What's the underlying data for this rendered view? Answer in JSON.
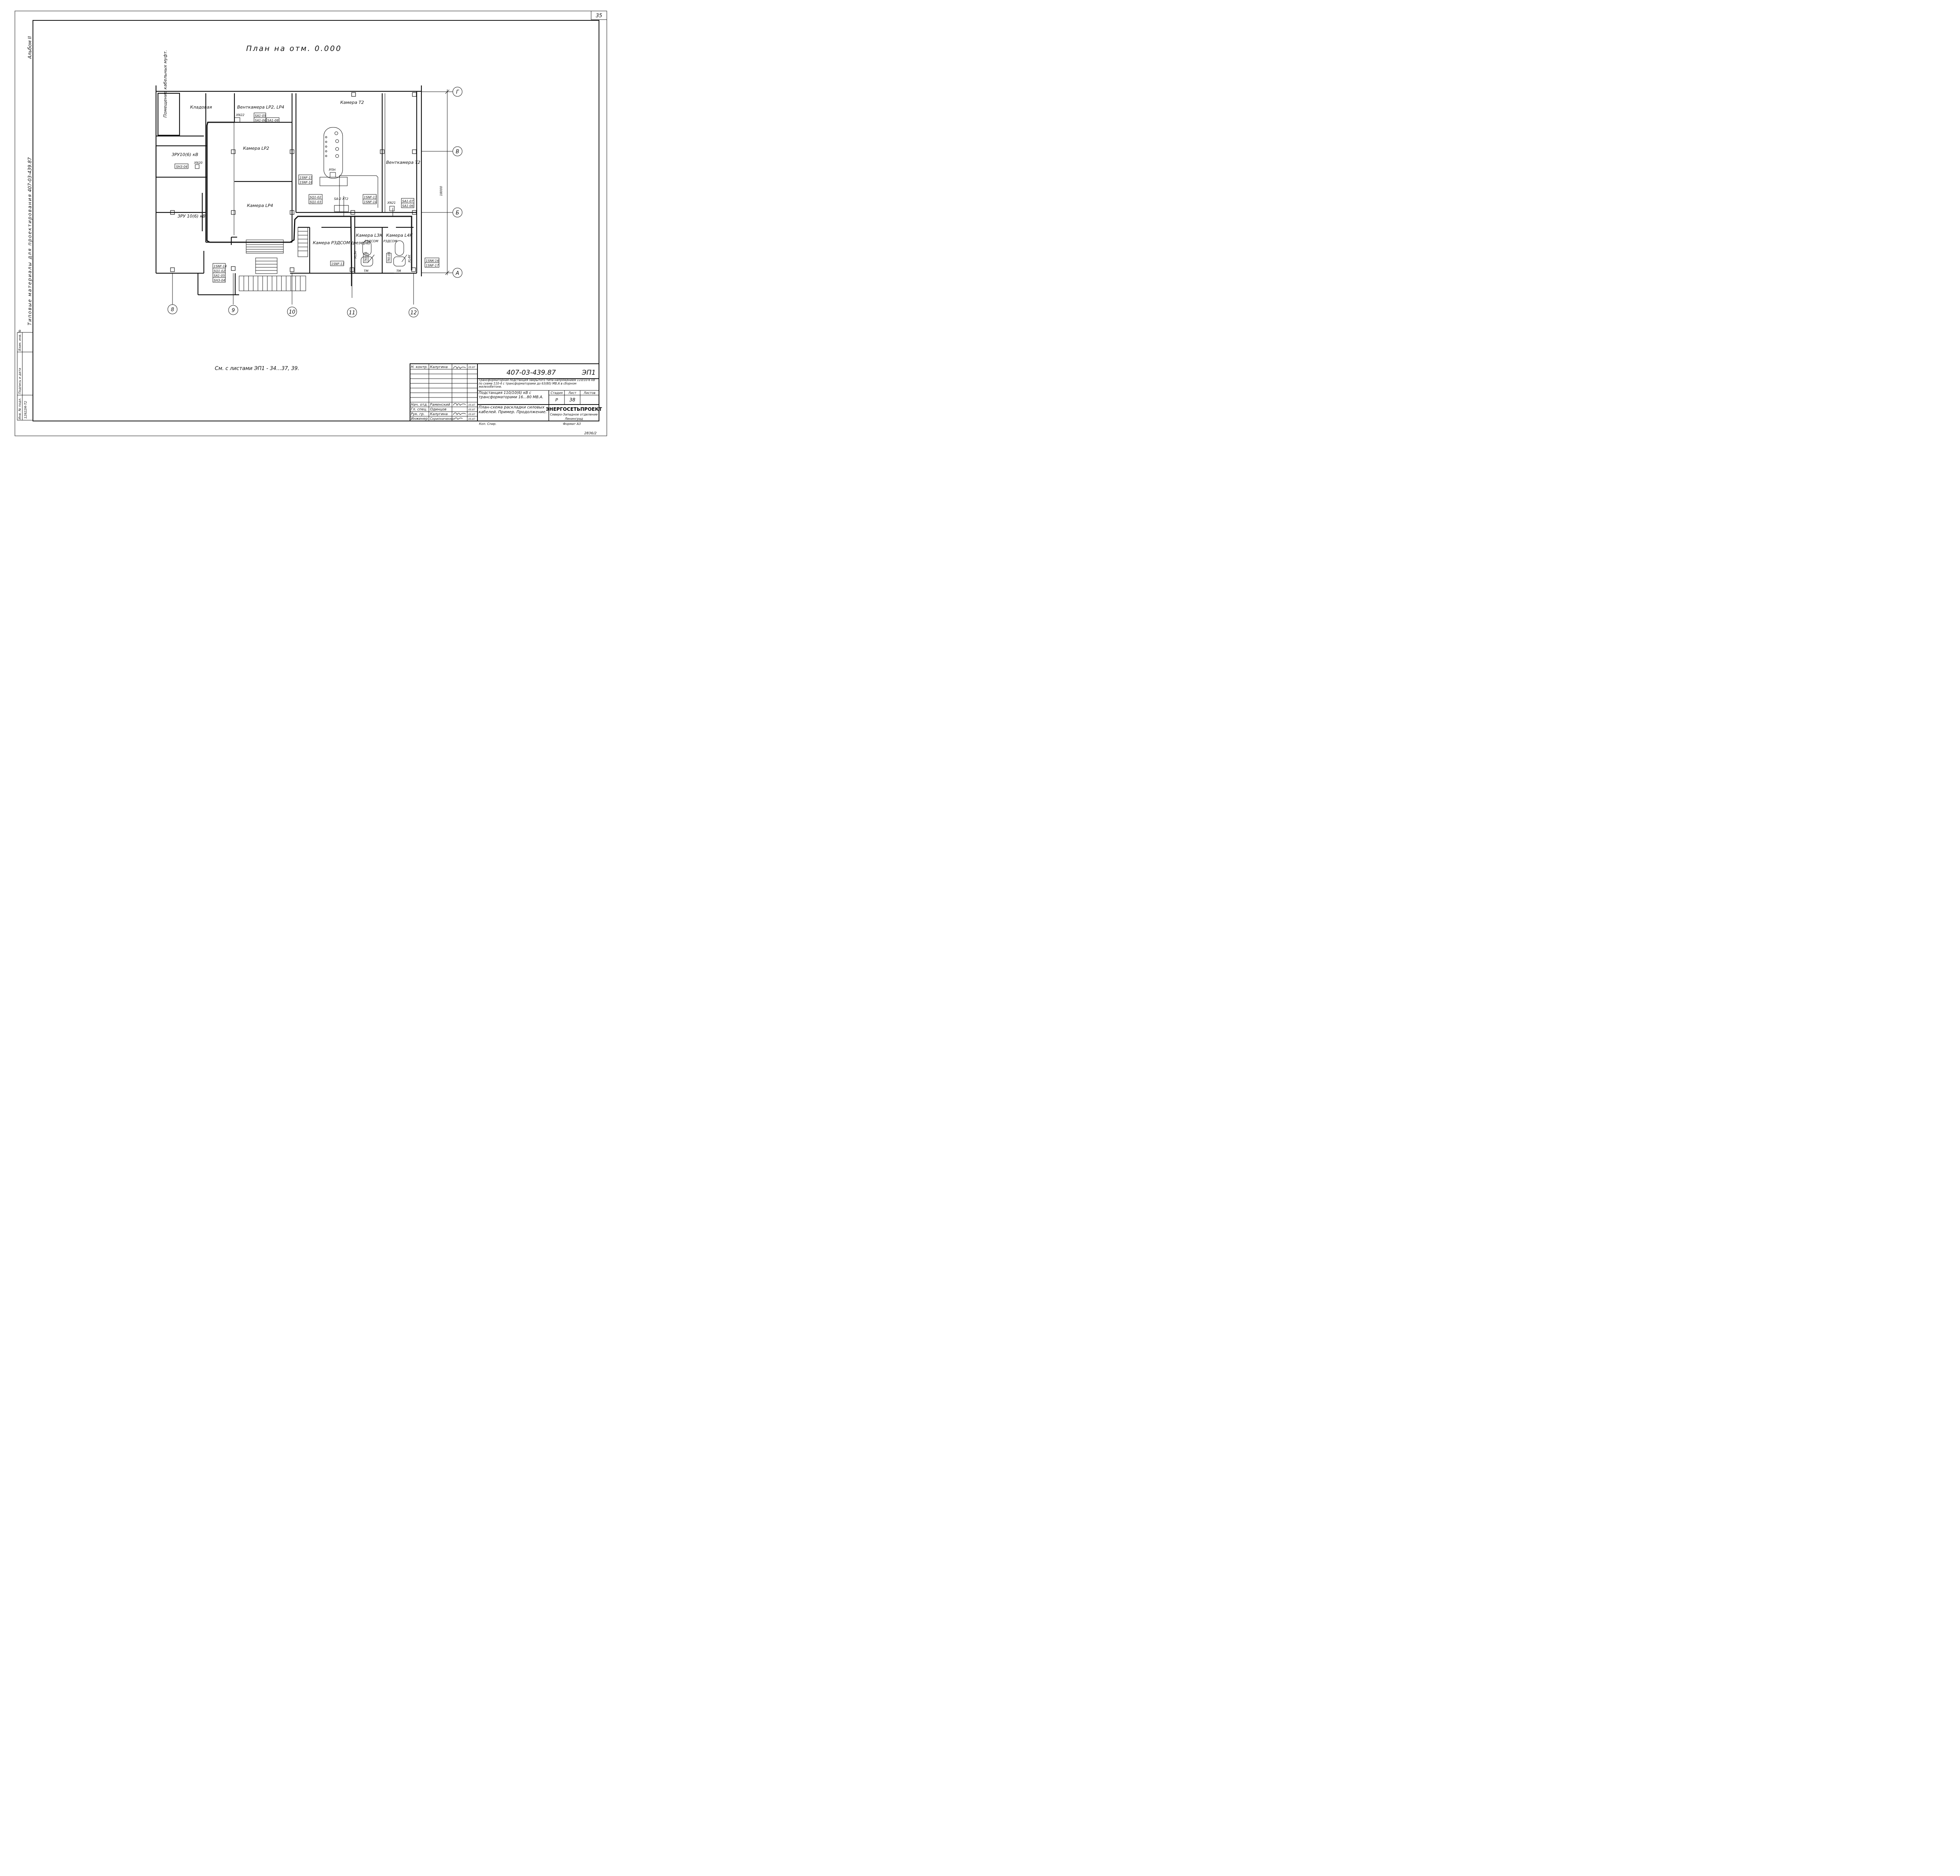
{
  "sheet": {
    "sheet_number": "35",
    "album": "Альбом II",
    "vertical_code": "407-03-439.87",
    "vertical_note": "Типовые материалы для проектирования",
    "bottom_code": "2836/2",
    "inv_table": {
      "header": [
        "Инв. № подл.",
        "Подпись и дата",
        "Взам. инв. №"
      ],
      "inv_no": "12922М-Т2"
    }
  },
  "plan": {
    "title": "План на отм. 0.000",
    "see_sheets": "См. с листами ЭП1 - 34…37, 39.",
    "dimension": "18000",
    "rooms": {
      "cable_room": "Помещение кабельных муфт.",
      "storage": "Кладовая",
      "vent_lp": "Венткамера LP2, LP4",
      "cam_t2": "Камера Т2",
      "cam_lp2": "Камера LP2",
      "cam_lp4": "Камера LP4",
      "zru_a": "ЗРУ10(6) кВ",
      "zru_b": "ЗРУ 10(6) кВ",
      "vent_t2": "Венткамера Т2",
      "cam_rzd": "Камера РЗДСОМ (резерв)",
      "cam_l3k": "Камера L3К",
      "cam_l4k": "Камера L4К",
      "rpn": "РПН",
      "rzdsom_a": "РЗДСОМ",
      "rzdsom_b": "РЗДСОМ",
      "tm_a": "ТМ",
      "tm_b": "ТМ"
    },
    "tags": {
      "xn22": "XN22",
      "xn20": "XN20",
      "xn21": "XN21",
      "sa_xt2": "SA-2 XT2",
      "xl3k": "XL3K",
      "xl4k": "XL4K",
      "t_sa1_05": "SA1-05",
      "t_sa1_06": "SA1-06",
      "t_sa1_08": "SA1-08",
      "t_sh3_04": "SH3-04",
      "t_1snf_15": "1SNF-15",
      "t_1snf_16": "1SNF-16",
      "t_sq1_02": "SQ1-02",
      "t_sq1_03": "SQ1-03",
      "t_1snf_13": "1SNF-13",
      "t_1snf_14": "1SNF-14",
      "t_sa1_07": "SA1-07",
      "t_sa1_06b": "SA1-06",
      "t_1snf_17": "1SNF-17",
      "t_tki_05": "TKI-05",
      "t_tki_06": "TKI-06",
      "t_1snk_16": "1SNK-16",
      "t_1snf_17b": "1SNF-17",
      "t_1snf_14b": "1SNF-14",
      "t_sq1_02b": "SQ1-02",
      "t_sa1_05b": "SA1-05",
      "t_sh3_04b": "SH3-04"
    },
    "axes_h": [
      "Г",
      "В",
      "Б",
      "А"
    ],
    "axes_v": [
      "8",
      "9",
      "10",
      "11",
      "12"
    ]
  },
  "stamp": {
    "code": "407-03-439.87",
    "doc": "ЭП1",
    "description": "Трансформаторная подстанция закрытого типа напряжением 110/10-6 кВ по схеме 110-4 с трансформаторами до 63(80) МВ.А в сборном железобетоне.",
    "object": "Подстанция 110/10(6) кВ с трансформаторами 16…80 МВ.А.",
    "drawing": "План-схема раскладки силовых кабелей. Пример. Продолжение.",
    "stage_label": "Стадия",
    "sheet_label": "Лист",
    "sheets_label": "Листов",
    "stage": "Р",
    "sheet": "38",
    "org": "ЭНЕРГОСЕТЬПРОЕКТ",
    "branch": "Северо-Западное отделение",
    "city": "Ленинград",
    "copied": "Коп. Спир.",
    "format": "Формат А3",
    "people": [
      {
        "role": "Н. контр.",
        "name": "Калугина",
        "date": "05.87"
      },
      {
        "role": "Нач. отд.",
        "name": "Раменский",
        "date": "05.87"
      },
      {
        "role": "Гл. спец.",
        "name": "Одинцов",
        "date": "05.87"
      },
      {
        "role": "Рук. гр.",
        "name": "Калугина",
        "date": "05.87"
      },
      {
        "role": "Инженер",
        "name": "Скрипниченко",
        "date": "05.87"
      }
    ]
  }
}
